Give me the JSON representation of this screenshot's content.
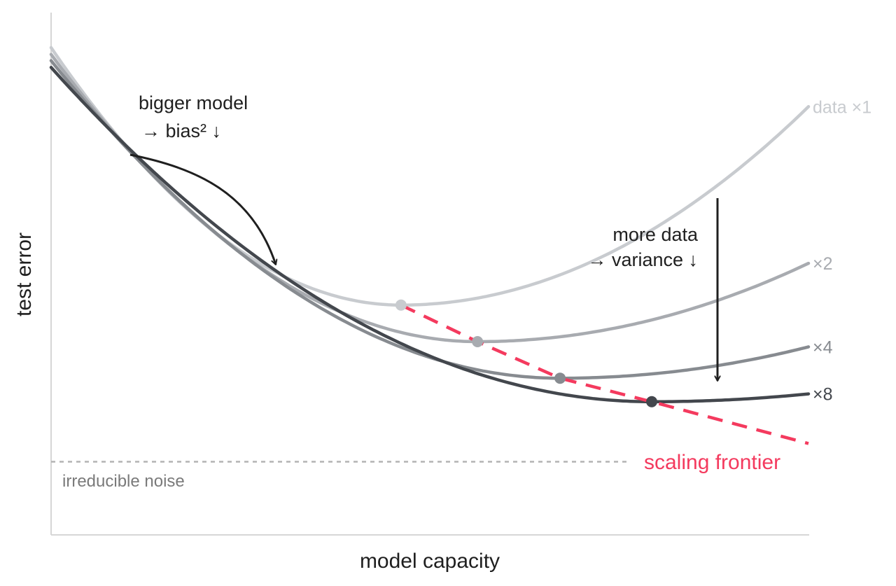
{
  "chart_data": {
    "type": "line",
    "xlabel": "model capacity",
    "ylabel": "test error",
    "xlim": [
      0,
      10
    ],
    "ylim": [
      0,
      10
    ],
    "grid": false,
    "legend": "inline labels at right end of each curve",
    "irreducible_noise": {
      "value": 1.4,
      "label": "irreducible noise",
      "color": "#b4b4b4"
    },
    "series": [
      {
        "name": "data ×1",
        "color": "#c8cbcf",
        "min_x": 4.62,
        "min_y": 4.4,
        "left_y": 9.33,
        "right_y": 8.2
      },
      {
        "name": "×2",
        "color": "#a8abb0",
        "min_x": 5.63,
        "min_y": 3.7,
        "left_y": 9.2,
        "right_y": 5.2
      },
      {
        "name": "×4",
        "color": "#878b90",
        "min_x": 6.72,
        "min_y": 3.0,
        "left_y": 9.08,
        "right_y": 3.6
      },
      {
        "name": "×8",
        "color": "#43474d",
        "min_x": 7.93,
        "min_y": 2.55,
        "left_y": 8.95,
        "right_y": 2.7
      }
    ],
    "frontier": {
      "label": "scaling frontier",
      "color": "#f43a5e",
      "points": [
        [
          4.62,
          4.4
        ],
        [
          5.63,
          3.7
        ],
        [
          6.72,
          3.0
        ],
        [
          7.93,
          2.55
        ],
        [
          10.0,
          1.75
        ]
      ]
    },
    "annotations": {
      "bias": {
        "line1": "bigger model",
        "line2": "→  bias² ↓"
      },
      "variance": {
        "line1": "more data",
        "line2": "→  variance ↓"
      }
    }
  }
}
